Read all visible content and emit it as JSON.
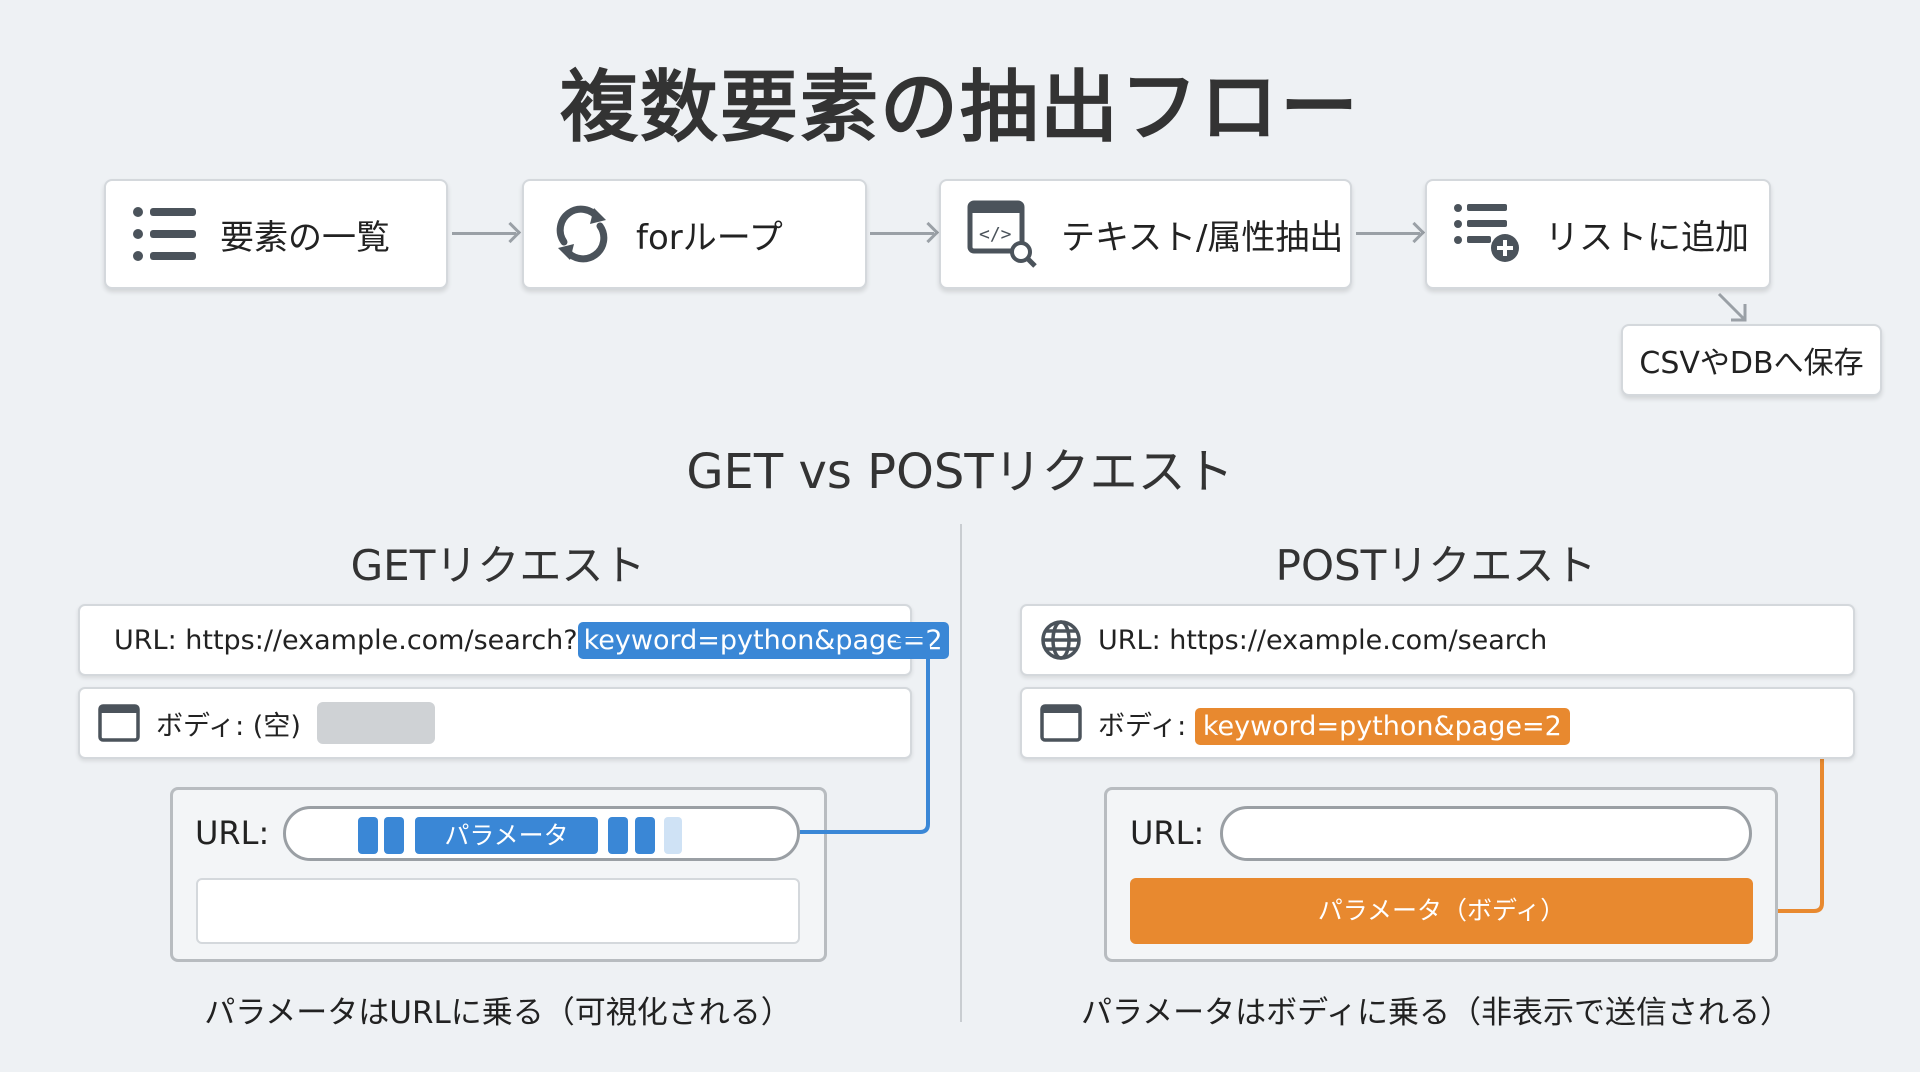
{
  "title": "複数要素の抽出フロー",
  "flow": {
    "steps": [
      {
        "label": "要素の一覧",
        "icon": "list-icon"
      },
      {
        "label": "forループ",
        "icon": "refresh-icon"
      },
      {
        "label": "テキスト/属性抽出",
        "icon": "code-search-icon"
      },
      {
        "label": "リストに追加",
        "icon": "list-add-icon"
      }
    ],
    "save": "CSVやDBへ保存"
  },
  "compare": {
    "title": "GET vs POSTリクエスト",
    "get": {
      "heading": "GETリクエスト",
      "url_prefix": "URL: https://example.com/search?",
      "url_params": "keyword=python&page=2",
      "body_label": "ボディ: (空)",
      "inner_url_label": "URL:",
      "param_chip": "パラメータ",
      "caption": "パラメータはURLに乗る（可視化される）"
    },
    "post": {
      "heading": "POSTリクエスト",
      "url": "URL: https://example.com/search",
      "body_label": "ボディ:",
      "body_params": "keyword=python&page=2",
      "inner_url_label": "URL:",
      "param_bar": "パラメータ（ボディ）",
      "caption": "パラメータはボディに乗る（非表示で送信される）"
    }
  },
  "colors": {
    "blue": "#3a87d6",
    "orange": "#e8892f"
  }
}
